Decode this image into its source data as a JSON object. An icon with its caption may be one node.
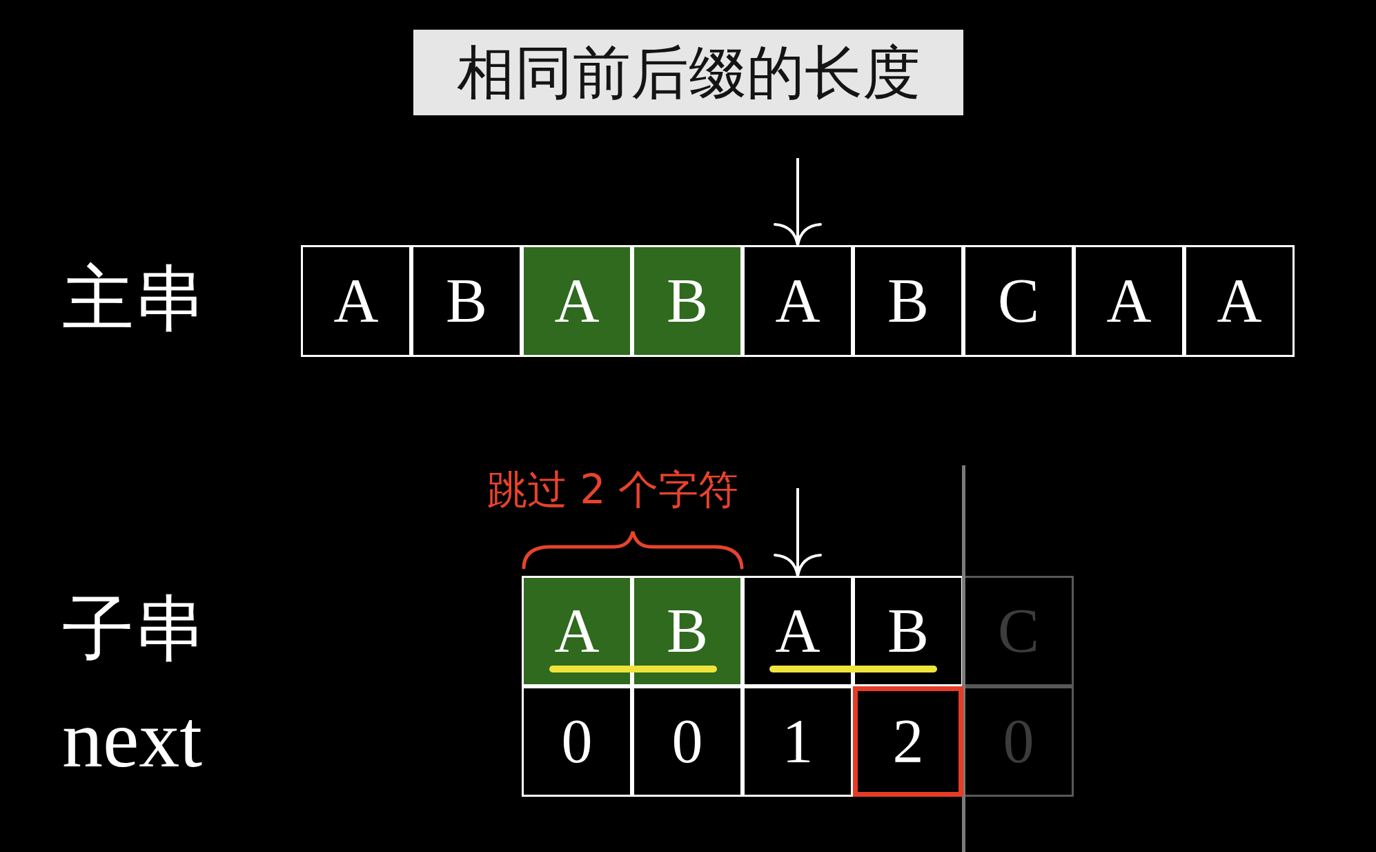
{
  "diagram": {
    "title": "相同前后缀的长度",
    "nodes": [
      {
        "text": [
          "A"
        ]
      },
      {
        "text": [
          "B"
        ]
      },
      {
        "text": [
          "A"
        ]
      },
      {
        "text": [
          "B"
        ]
      },
      {
        "text": [
          "A"
        ]
      },
      {
        "text": [
          "B"
        ]
      },
      {
        "text": [
          "C"
        ]
      },
      {
        "text": [
          "A"
        ]
      },
      {
        "text": [
          "A"
        ]
      },
      {
        "text": [
          "A"
        ]
      },
      {
        "text": [
          "B"
        ]
      },
      {
        "text": [
          "A"
        ]
      },
      {
        "text": [
          "B"
        ]
      },
      {
        "text": [
          "C"
        ]
      },
      {
        "text": [
          "0"
        ]
      },
      {
        "text": [
          "0"
        ]
      },
      {
        "text": [
          "1"
        ]
      },
      {
        "text": [
          "2"
        ]
      },
      {
        "text": [
          "0"
        ]
      }
    ],
    "edges": [
      {
        "from": null,
        "to": 4,
        "arrow": "to"
      },
      {
        "from": null,
        "to": 11,
        "arrow": "to"
      }
    ],
    "labels": [
      "主串",
      "跳过 2 个字符",
      "子串",
      "next"
    ]
  }
}
